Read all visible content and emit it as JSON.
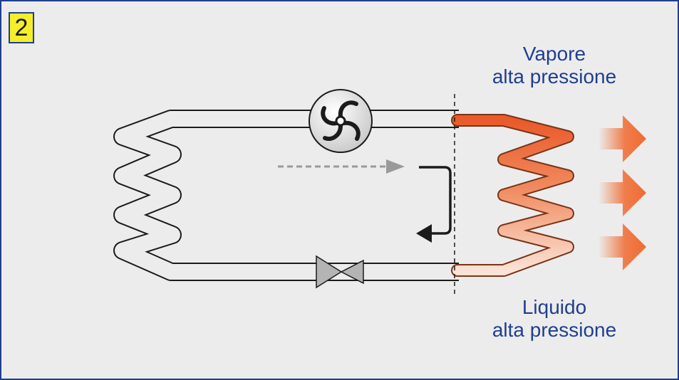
{
  "badge": {
    "number": "2"
  },
  "labels": {
    "vapor_line1": "Vapore",
    "vapor_line2": "alta pressione",
    "liquid_line1": "Liquido",
    "liquid_line2": "alta pressione"
  },
  "colors": {
    "frame": "#1f3f8f",
    "background": "#ececec",
    "badge": "#f7ee2a",
    "label_text": "#1f3f8f",
    "hot": "#ea5a2a",
    "cool": "#f8d4c4",
    "heat_arrow": "#f06a30",
    "flow_dashed": "#9a9a9a",
    "flow_solid": "#1b1b1b",
    "valve": "#b4b4b4"
  },
  "icons": {
    "fan": "fan-icon",
    "valve": "expansion-valve-icon",
    "heat": "heat-arrow-icon",
    "flow": "flow-arrow-icon"
  }
}
